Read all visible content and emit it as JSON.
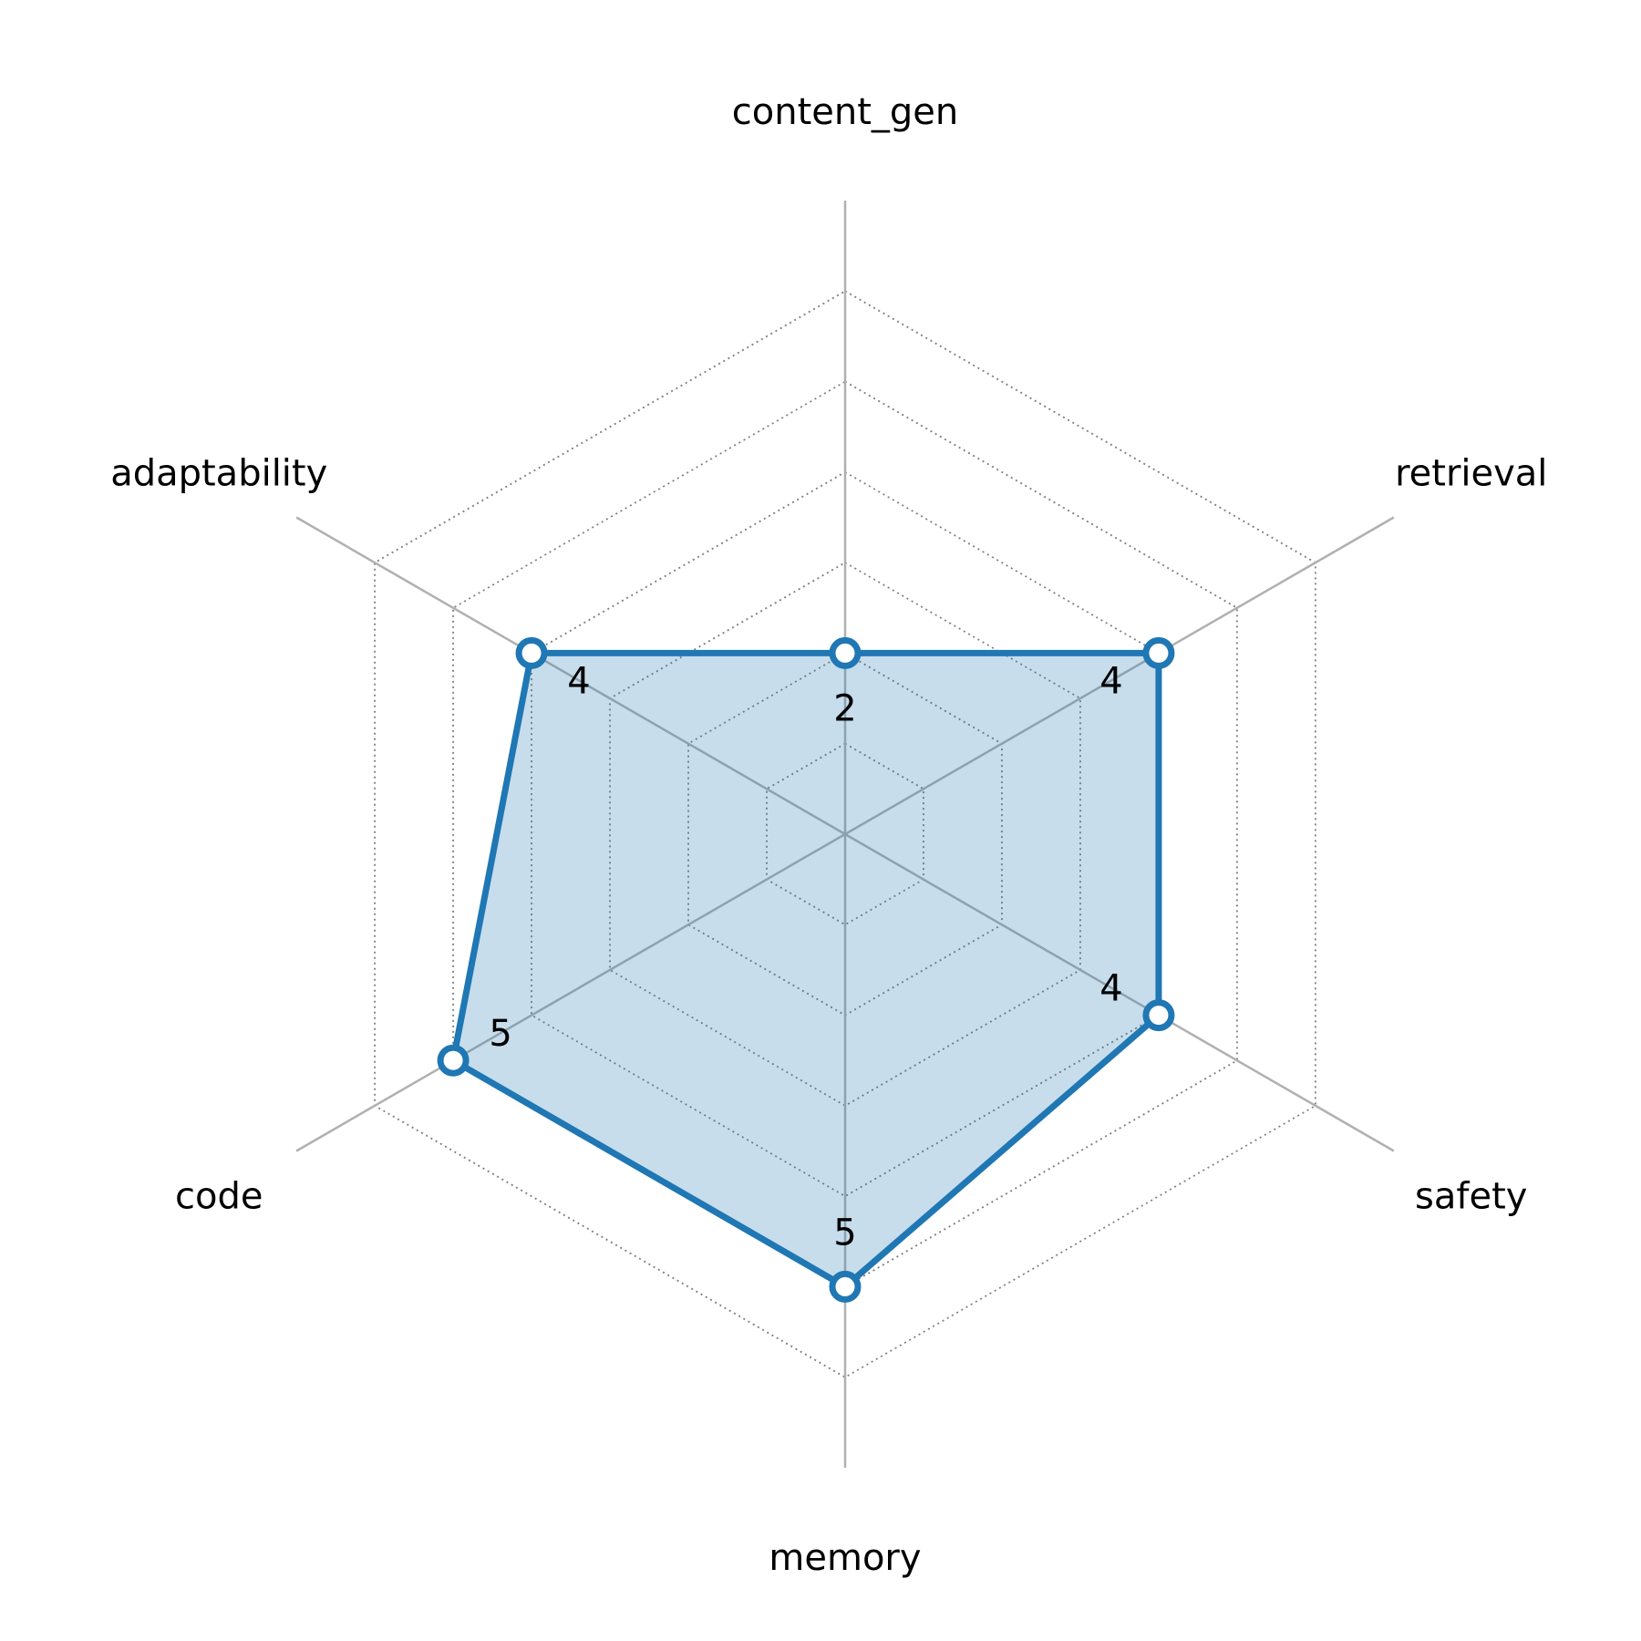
{
  "chart_data": {
    "type": "radar",
    "categories": [
      "content_gen",
      "retrieval",
      "safety",
      "memory",
      "code",
      "adaptability"
    ],
    "series": [
      {
        "values": [
          2,
          4,
          4,
          5,
          5,
          4
        ]
      }
    ],
    "value_labels": [
      "2",
      "4",
      "4",
      "5",
      "5",
      "4"
    ],
    "rlim": [
      0,
      7
    ],
    "ring_levels": [
      1,
      2,
      3,
      4,
      5,
      6
    ],
    "grid": true,
    "colors": {
      "line": "#1f77b4",
      "fill": "#1f77b4",
      "marker_face": "#ffffff",
      "spoke": "#b0b0b0",
      "ring": "#7f7f7f"
    }
  }
}
